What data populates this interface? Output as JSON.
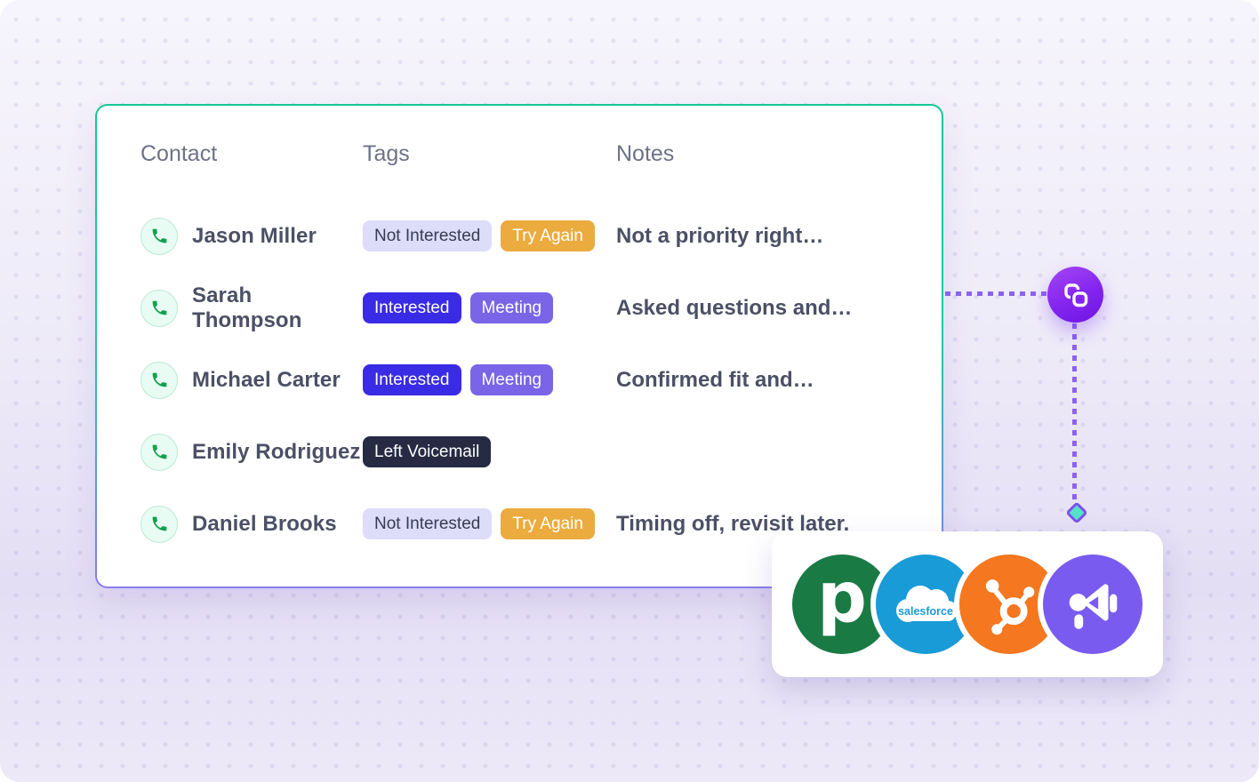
{
  "table": {
    "columns": [
      "Contact",
      "Tags",
      "Notes"
    ],
    "rows": [
      {
        "name": "Jason Miller",
        "tags": [
          {
            "label": "Not Interested",
            "style": "lavender"
          },
          {
            "label": "Try Again",
            "style": "amber"
          }
        ],
        "note": "Not a priority right…"
      },
      {
        "name": "Sarah Thompson",
        "tags": [
          {
            "label": "Interested",
            "style": "blue"
          },
          {
            "label": "Meeting",
            "style": "purple"
          }
        ],
        "note": "Asked questions and…"
      },
      {
        "name": "Michael Carter",
        "tags": [
          {
            "label": "Interested",
            "style": "blue"
          },
          {
            "label": "Meeting",
            "style": "purple"
          }
        ],
        "note": "Confirmed fit and…"
      },
      {
        "name": "Emily Rodriguez",
        "tags": [
          {
            "label": "Left Voicemail",
            "style": "dark"
          }
        ],
        "note": ""
      },
      {
        "name": "Daniel Brooks",
        "tags": [
          {
            "label": "Not Interested",
            "style": "lavender"
          },
          {
            "label": "Try Again",
            "style": "amber"
          }
        ],
        "note": "Timing off, revisit later."
      }
    ]
  },
  "connector": {
    "node_icon": "link-icon",
    "marker": "diamond-marker",
    "line_color": "#8a63f0",
    "node_gradient": [
      "#a646f6",
      "#6d14e4"
    ],
    "diamond_fill": "#55e2c4",
    "diamond_border": "#7b52f0"
  },
  "integrations": {
    "salesforce_label": "salesforce",
    "items": [
      {
        "icon": "pipedrive-logo",
        "color": "#1a7a44"
      },
      {
        "icon": "salesforce-logo",
        "color": "#199bd7"
      },
      {
        "icon": "hubspot-logo",
        "color": "#f5771f"
      },
      {
        "icon": "megaphone-logo",
        "color": "#7a5bf0"
      }
    ]
  },
  "palette": {
    "card_border_top": "#13c994",
    "card_border_bottom": "#8a7cf0",
    "phone_icon": "#12a150",
    "phone_chip_bg": "#e9fcf3",
    "header_text": "#6e7287",
    "body_text": "#4b5066",
    "background_top": "#f6f4fc",
    "background_bottom": "#e4def4",
    "tag_styles": {
      "lavender": {
        "bg": "#dddcf9",
        "fg": "#363b52"
      },
      "amber": {
        "bg": "#ecab3f",
        "fg": "#ffffff"
      },
      "blue": {
        "bg": "#3a2be5",
        "fg": "#ffffff"
      },
      "purple": {
        "bg": "#7a64e8",
        "fg": "#ffffff"
      },
      "dark": {
        "bg": "#262a43",
        "fg": "#ffffff"
      }
    }
  }
}
